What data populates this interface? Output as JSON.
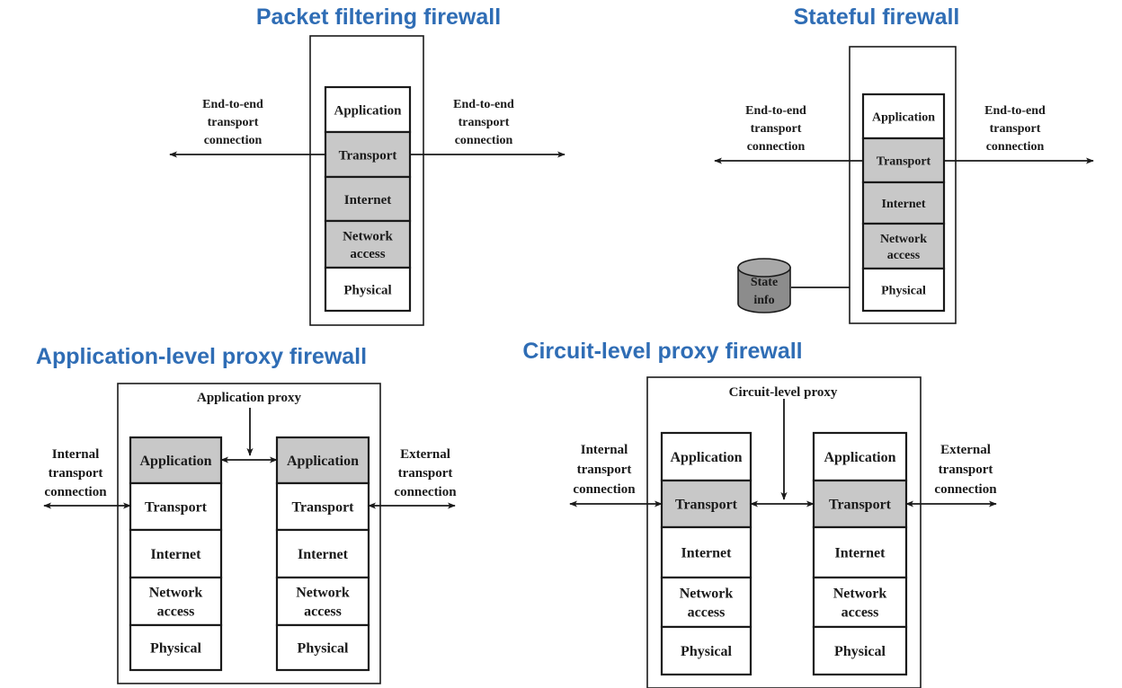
{
  "panels": {
    "packet_filtering": {
      "title": "Packet filtering firewall",
      "left_label": [
        "End-to-end",
        "transport",
        "connection"
      ],
      "right_label": [
        "End-to-end",
        "transport",
        "connection"
      ],
      "layers": [
        {
          "lines": [
            "Application"
          ],
          "shaded": false
        },
        {
          "lines": [
            "Transport"
          ],
          "shaded": true
        },
        {
          "lines": [
            "Internet"
          ],
          "shaded": true
        },
        {
          "lines": [
            "Network",
            "access"
          ],
          "shaded": true
        },
        {
          "lines": [
            "Physical"
          ],
          "shaded": false
        }
      ]
    },
    "stateful": {
      "title": "Stateful firewall",
      "left_label": [
        "End-to-end",
        "transport",
        "connection"
      ],
      "right_label": [
        "End-to-end",
        "transport",
        "connection"
      ],
      "state_label": [
        "State",
        "info"
      ],
      "layers": [
        {
          "lines": [
            "Application"
          ],
          "shaded": false
        },
        {
          "lines": [
            "Transport"
          ],
          "shaded": true
        },
        {
          "lines": [
            "Internet"
          ],
          "shaded": true
        },
        {
          "lines": [
            "Network",
            "access"
          ],
          "shaded": true
        },
        {
          "lines": [
            "Physical"
          ],
          "shaded": false
        }
      ]
    },
    "application_proxy": {
      "title": "Application-level proxy firewall",
      "proxy_label": "Application proxy",
      "left_label": [
        "Internal",
        "transport",
        "connection"
      ],
      "right_label": [
        "External",
        "transport",
        "connection"
      ],
      "layers": [
        {
          "lines": [
            "Application"
          ],
          "shaded": true
        },
        {
          "lines": [
            "Transport"
          ],
          "shaded": false
        },
        {
          "lines": [
            "Internet"
          ],
          "shaded": false
        },
        {
          "lines": [
            "Network",
            "access"
          ],
          "shaded": false
        },
        {
          "lines": [
            "Physical"
          ],
          "shaded": false
        }
      ]
    },
    "circuit_proxy": {
      "title": "Circuit-level proxy firewall",
      "proxy_label": "Circuit-level proxy",
      "left_label": [
        "Internal",
        "transport",
        "connection"
      ],
      "right_label": [
        "External",
        "transport",
        "connection"
      ],
      "layers": [
        {
          "lines": [
            "Application"
          ],
          "shaded": false
        },
        {
          "lines": [
            "Transport"
          ],
          "shaded": true
        },
        {
          "lines": [
            "Internet"
          ],
          "shaded": false
        },
        {
          "lines": [
            "Network",
            "access"
          ],
          "shaded": false
        },
        {
          "lines": [
            "Physical"
          ],
          "shaded": false
        }
      ]
    }
  },
  "colors": {
    "title": "#2f6db5",
    "shaded_layer": "#c8c8c8",
    "plain_layer": "#ffffff",
    "cylinder": "#8c8c8c",
    "cylinder_top": "#a8a8a8"
  }
}
